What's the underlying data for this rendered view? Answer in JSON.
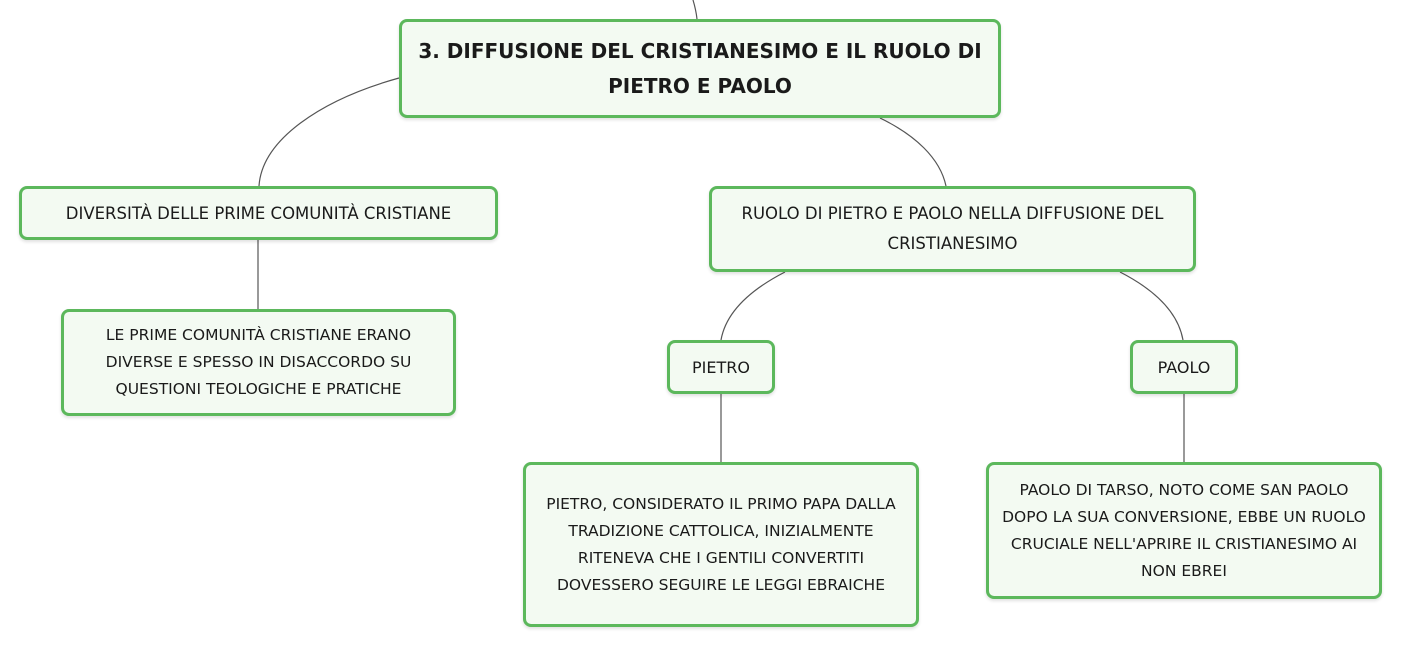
{
  "colors": {
    "node_border": "#5cb85c",
    "node_fill": "#f3faf2",
    "connector": "#555555"
  },
  "mindmap": {
    "root": {
      "title": "3. DIFFUSIONE DEL CRISTIANESIMO E IL RUOLO DI PIETRO E PAOLO"
    },
    "diversita": {
      "title": "DIVERSITÀ DELLE PRIME COMUNITÀ CRISTIANE",
      "detail": "LE PRIME COMUNITÀ CRISTIANE ERANO DIVERSE E SPESSO IN DISACCORDO SU QUESTIONI TEOLOGICHE E PRATICHE"
    },
    "ruolo": {
      "title": "RUOLO DI PIETRO E PAOLO NELLA DIFFUSIONE DEL CRISTIANESIMO"
    },
    "pietro": {
      "title": "PIETRO",
      "detail": "PIETRO, CONSIDERATO IL PRIMO PAPA DALLA TRADIZIONE CATTOLICA, INIZIALMENTE RITENEVA CHE I GENTILI CONVERTITI DOVESSERO SEGUIRE LE LEGGI EBRAICHE"
    },
    "paolo": {
      "title": "PAOLO",
      "detail": "PAOLO DI TARSO, NOTO COME SAN PAOLO DOPO LA SUA CONVERSIONE, EBBE UN RUOLO CRUCIALE NELL'APRIRE IL CRISTIANESIMO AI NON EBREI"
    }
  }
}
